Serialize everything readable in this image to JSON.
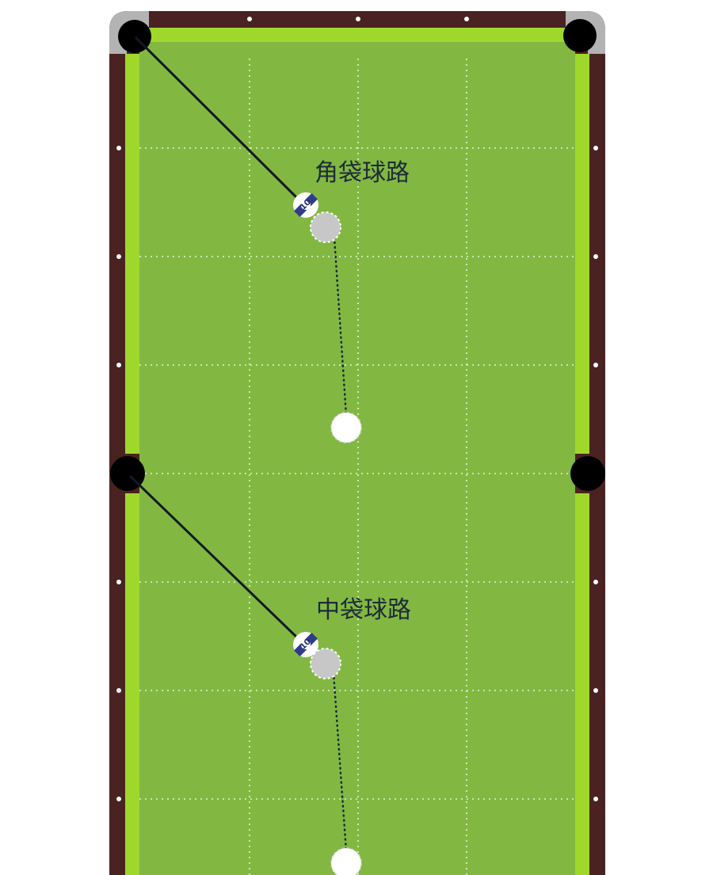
{
  "colors": {
    "rail": "#4a2222",
    "felt": "#82b842",
    "cushion": "#9fd82a",
    "pocket": "#000000",
    "pocket_liner": "#b3b3b3",
    "grid": "#e6f0d6",
    "diamond": "#ffffff",
    "shot_line": "#0f1b24",
    "cue_path": "#1b2a3a",
    "stripe": "#2e3d86",
    "ghost_ball": "#c7c7c7",
    "cue_ball": "#ffffff"
  },
  "routes": [
    {
      "id": "corner",
      "label": "角袋球路",
      "ball_number": "10",
      "pocket": "top-left"
    },
    {
      "id": "side",
      "label": "中袋球路",
      "ball_number": "10",
      "pocket": "middle-left"
    }
  ]
}
